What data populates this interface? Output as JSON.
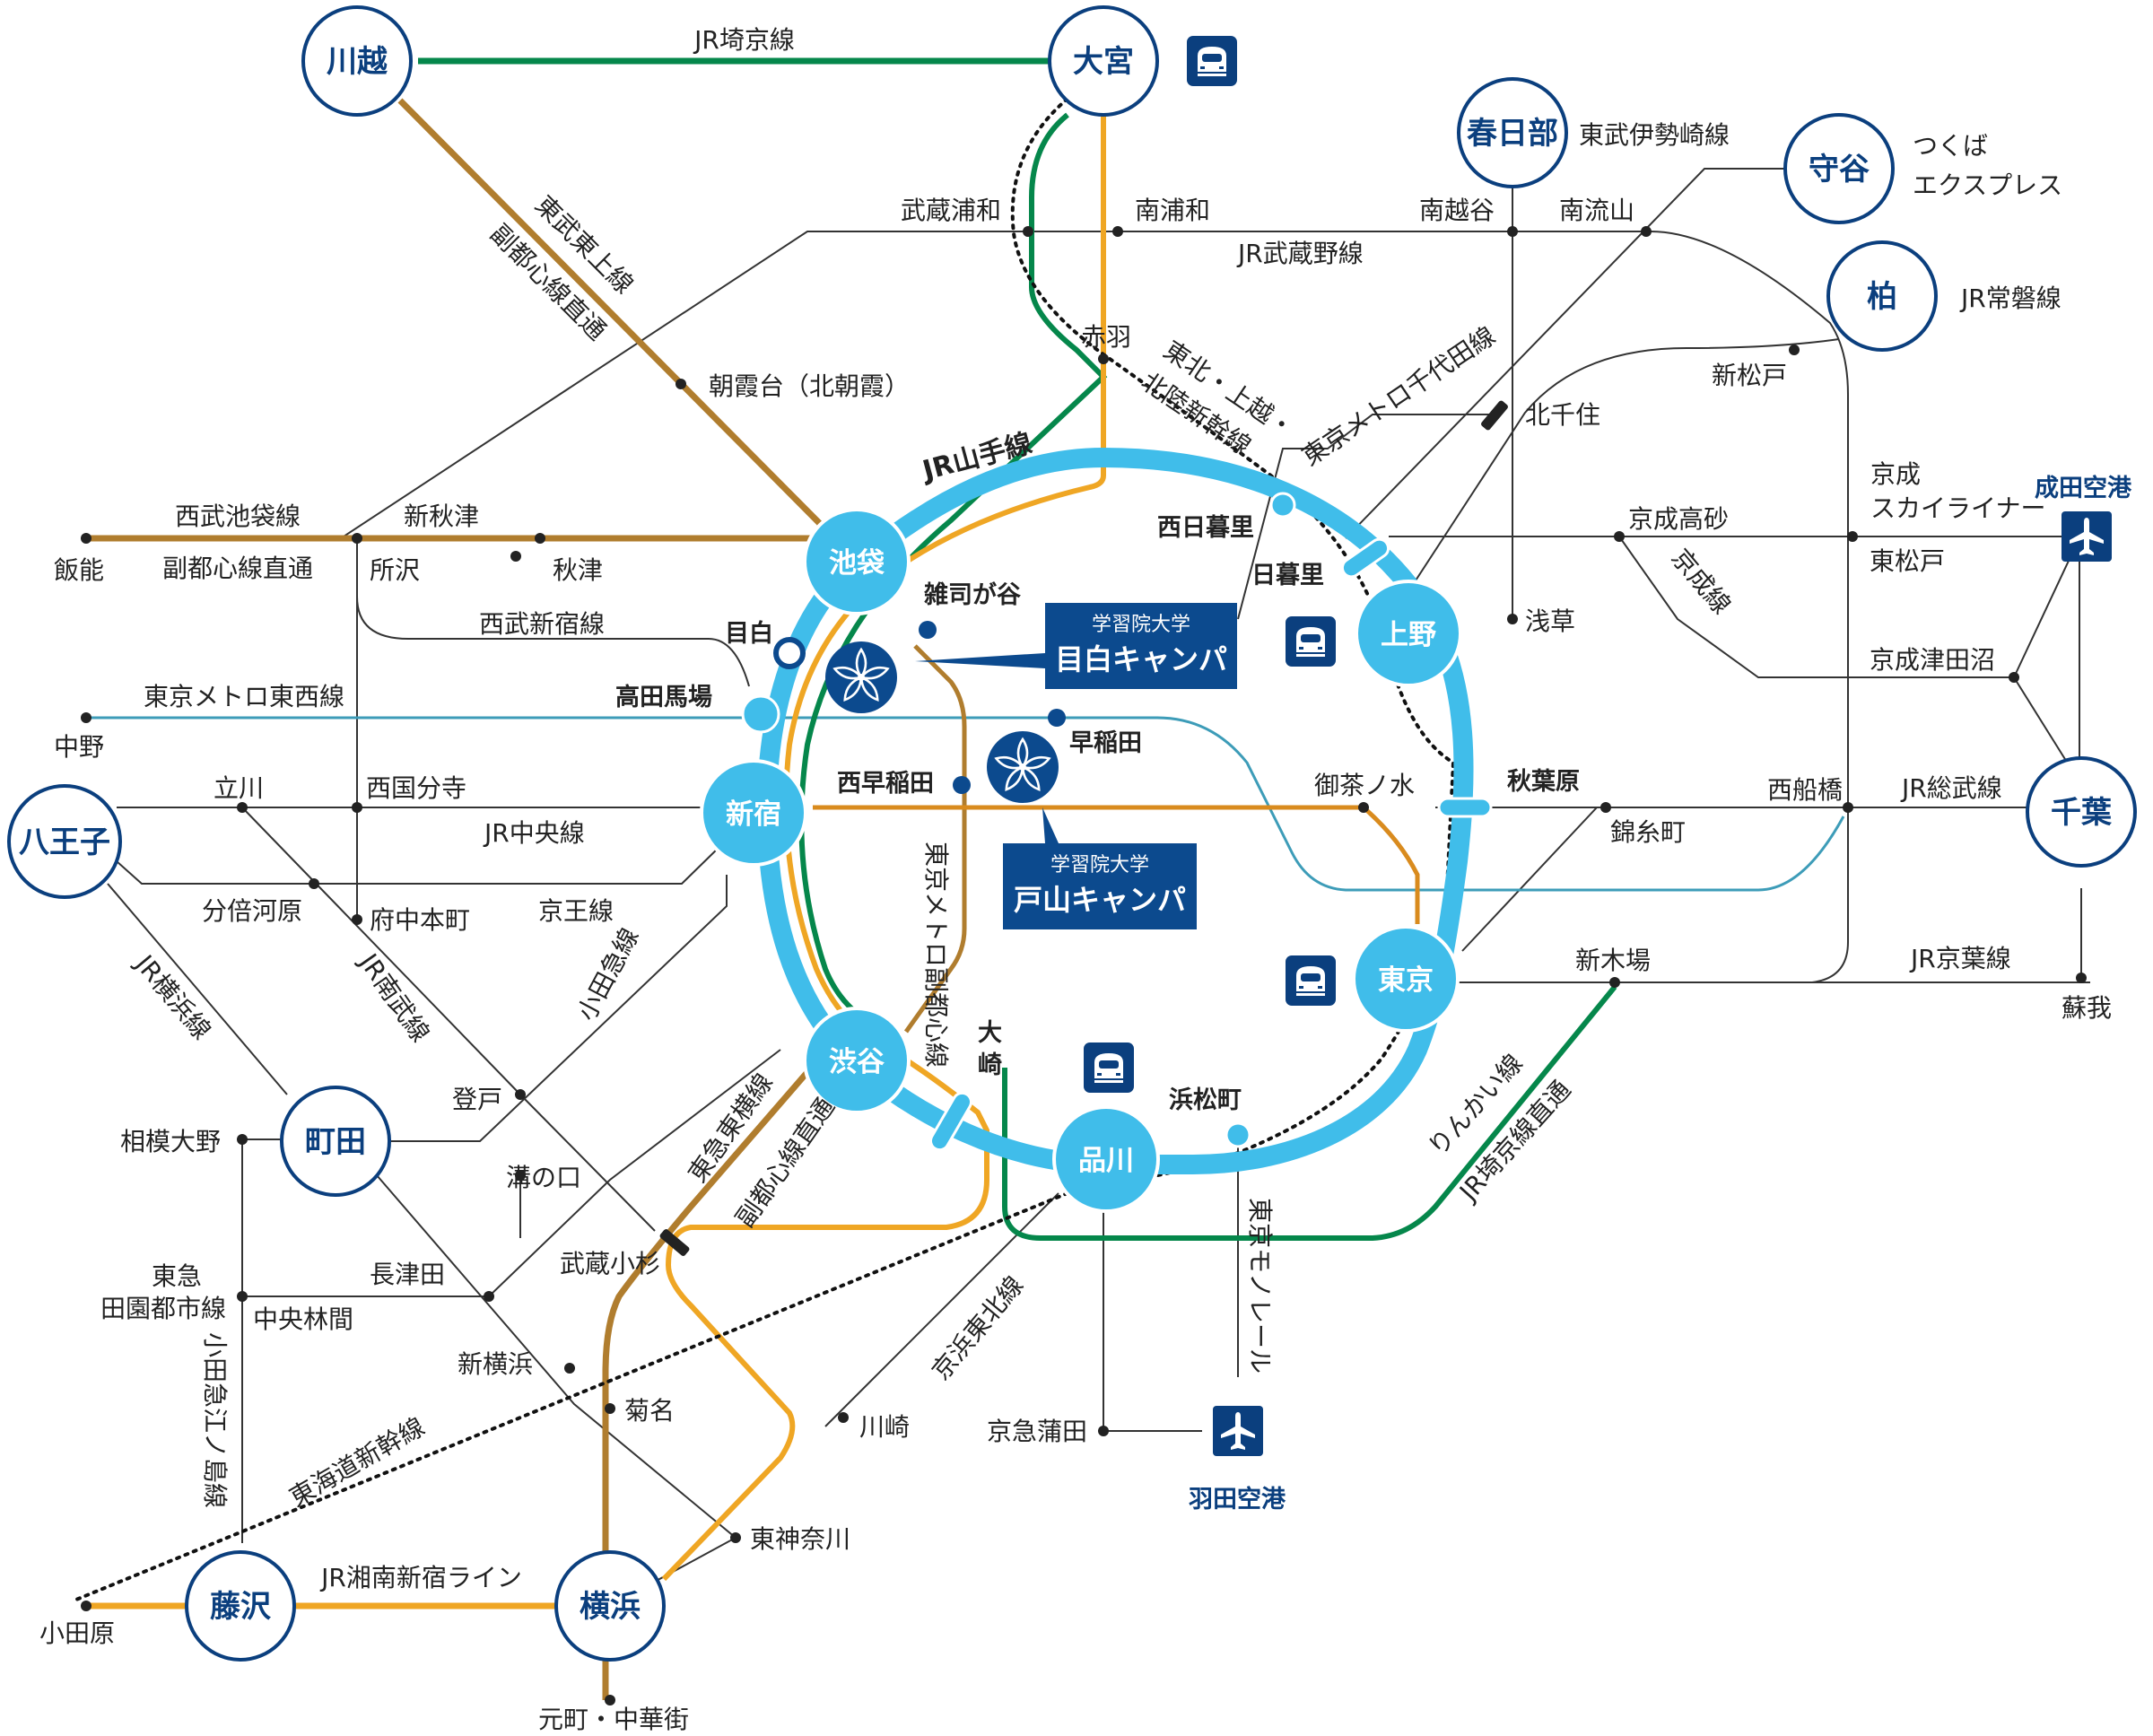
{
  "colors": {
    "navy": "#0b3f7e",
    "ring": "#40bdea",
    "green": "#05874b",
    "orange": "#efa624",
    "brown": "#b07d2e",
    "teal": "#3d9cb8",
    "line": "#333333"
  },
  "hubs": {
    "kawagoe": "川越",
    "omiya": "大宮",
    "kasukabe": "春日部",
    "moriya": "守谷",
    "kashiwa": "柏",
    "hachioji": "八王子",
    "machida": "町田",
    "fujisawa": "藤沢",
    "yokohama": "横浜",
    "chiba": "千葉"
  },
  "ring": {
    "ikebukuro": "池袋",
    "shinjuku": "新宿",
    "shibuya": "渋谷",
    "shinagawa": "品川",
    "tokyo": "東京",
    "ueno": "上野"
  },
  "lines": {
    "saikyo": "JR埼京線",
    "tobu_tojo": "東武東上線",
    "fukutoshin_direct": "副都心線直通",
    "tobu_isesaki": "東武伊勢崎線",
    "tsukuba1": "つくば",
    "tsukuba2": "エクスプレス",
    "joban": "JR常磐線",
    "musashino": "JR武蔵野線",
    "chiyoda": "東京メトロ千代田線",
    "shinkansen1": "東北・上越・",
    "shinkansen2": "北陸新幹線",
    "yamanote": "JR山手線",
    "seibu_ikebukuro": "西武池袋線",
    "fukutoshin_direct2": "副都心線直通",
    "skyliner1": "京成",
    "skyliner2": "スカイライナー",
    "keisei": "京成線",
    "seibu_shinjuku": "西武新宿線",
    "tozai": "東京メトロ東西線",
    "metro_fukutoshin": "東京メトロ副都心線",
    "chuo": "JR中央線",
    "keio": "京王線",
    "sobu": "JR総武線",
    "odakyu": "小田急線",
    "yokohama_line": "JR横浜線",
    "nambu": "JR南武線",
    "keiyo": "JR京葉線",
    "rinkai": "りんかい線",
    "rinkai_direct": "JR埼京線直通",
    "toyoko": "東急東横線",
    "fukutoshin_direct3": "副都心線直通",
    "monorail": "東京モノレール",
    "denentoshi1": "東急",
    "denentoshi2": "田園都市線",
    "enoshima": "小田急江ノ島線",
    "keihin_tohoku": "京浜東北線",
    "tokaido_shinkansen": "東海道新幹線",
    "shonan_shinjuku": "JR湘南新宿ライン"
  },
  "stations": {
    "musashiurawa": "武蔵浦和",
    "minamiurawa": "南浦和",
    "minamikoshigaya": "南越谷",
    "minaminagareyama": "南流山",
    "akabane": "赤羽",
    "asakadai": "朝霞台（北朝霞）",
    "kitasenju": "北千住",
    "shinmatsudo": "新松戸",
    "nishinippori": "西日暮里",
    "nippori": "日暮里",
    "keiseitakasago": "京成高砂",
    "higashimatsudo": "東松戸",
    "hanno": "飯能",
    "tokorozawa": "所沢",
    "shinakitsu": "新秋津",
    "akitsu": "秋津",
    "zoshigaya": "雑司が谷",
    "mejiro": "目白",
    "asakusa": "浅草",
    "keiseitsudanuma": "京成津田沼",
    "takadanobaba": "高田馬場",
    "nakano": "中野",
    "waseda": "早稲田",
    "nishiwaseda": "西早稲田",
    "tachikawa": "立川",
    "nishikokubunji": "西国分寺",
    "ochanomizu": "御茶ノ水",
    "akihabara": "秋葉原",
    "kinshicho": "錦糸町",
    "nishifunabashi": "西船橋",
    "bubaigawara": "分倍河原",
    "fuchuhommachi": "府中本町",
    "shinkiba": "新木場",
    "soga": "蘇我",
    "osaki1": "大",
    "osaki2": "崎",
    "hamamatsucho": "浜松町",
    "noborito": "登戸",
    "sagamiono": "相模大野",
    "mizonokuchi": "溝の口",
    "musashikosugi": "武蔵小杉",
    "nagatsuta": "長津田",
    "chuorinkan": "中央林間",
    "shinyokohama": "新横浜",
    "kikuna": "菊名",
    "kawasaki": "川崎",
    "keikyukamata": "京急蒲田",
    "higashikanagawa": "東神奈川",
    "odawara": "小田原",
    "motomachi": "元町・中華街"
  },
  "airports": {
    "narita": "成田空港",
    "haneda": "羽田空港"
  },
  "campuses": {
    "mejiro": {
      "school": "学習院大学",
      "name": "目白キャンパス"
    },
    "toyama": {
      "school": "学習院大学",
      "name": "戸山キャンパス"
    }
  }
}
